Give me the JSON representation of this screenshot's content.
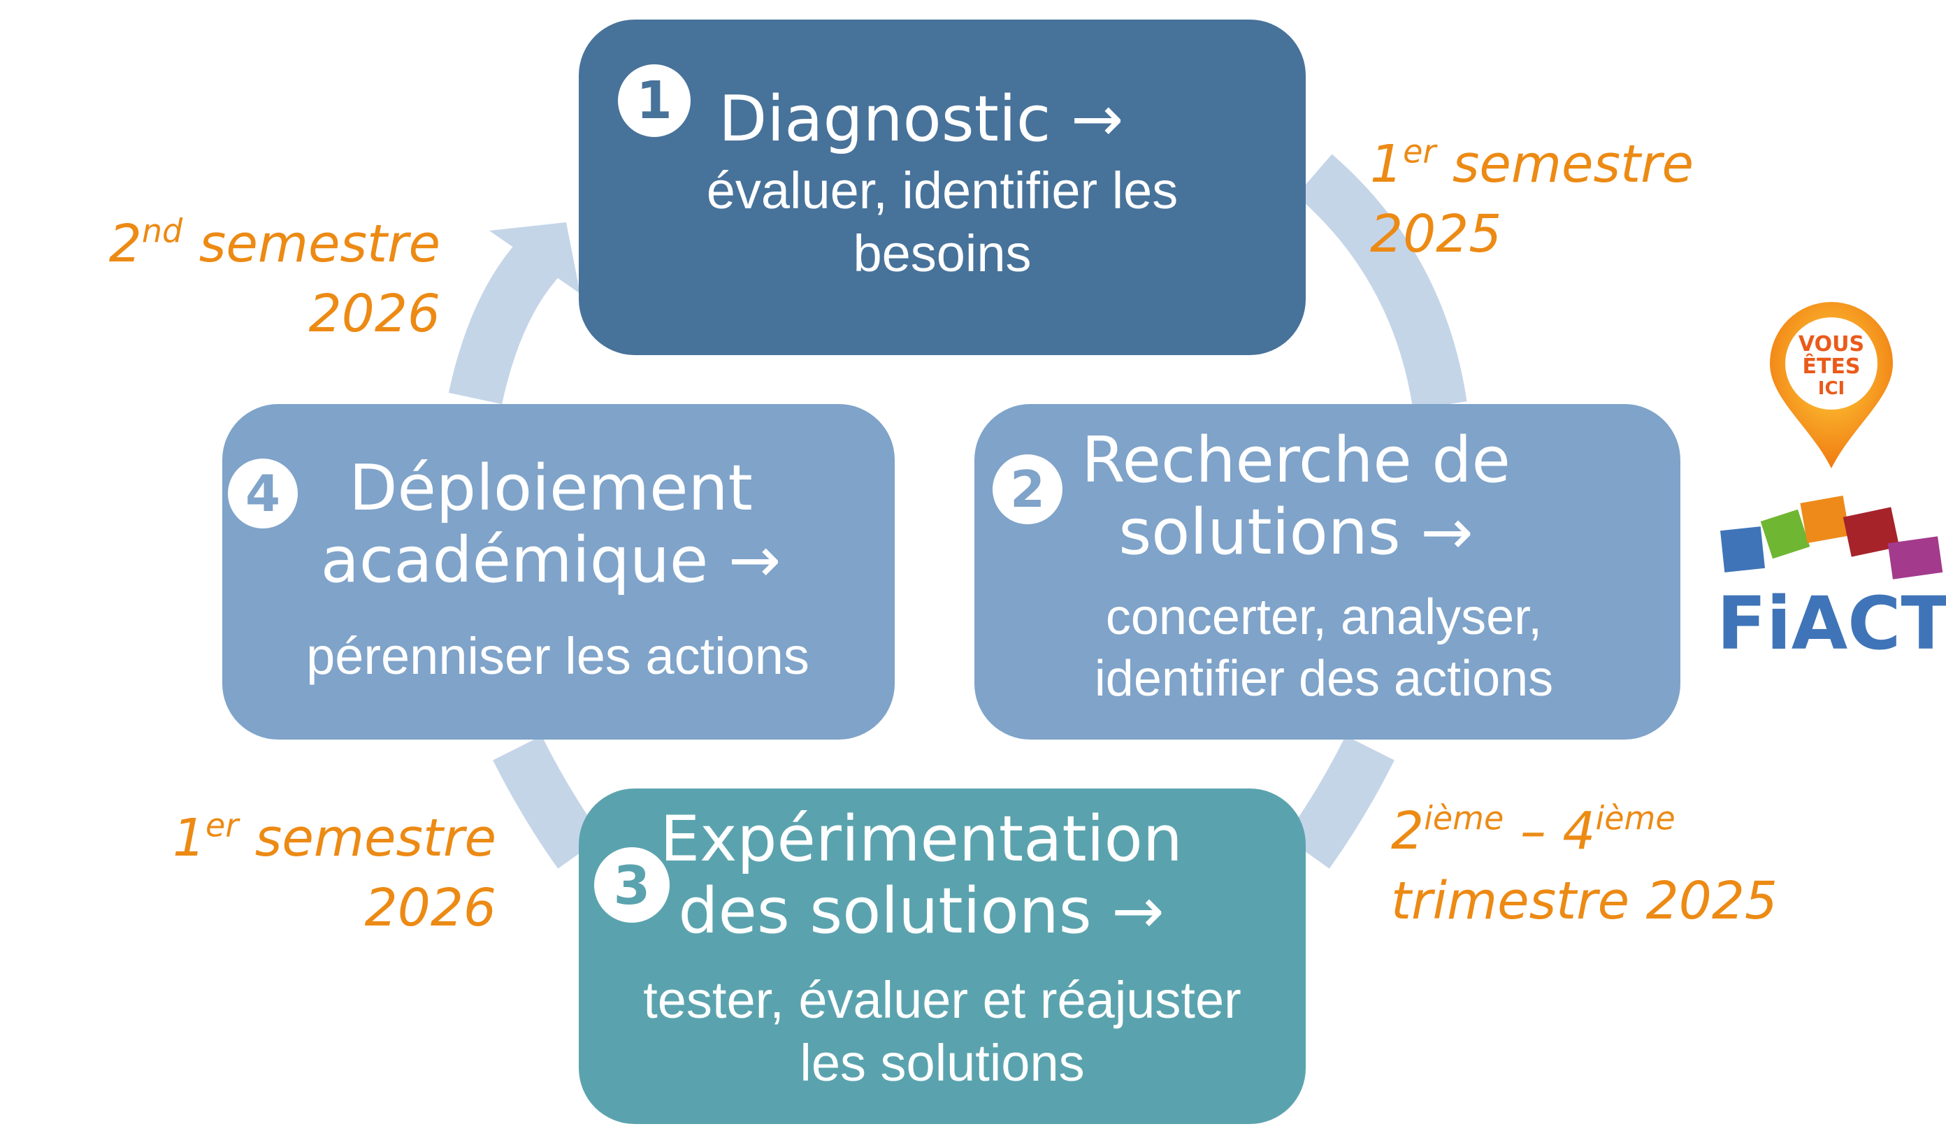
{
  "steps": [
    {
      "number": "1",
      "title": "Diagnostic →",
      "description": "évaluer, identifier les besoins"
    },
    {
      "number": "2",
      "title": "Recherche de solutions →",
      "description": "concerter, analyser, identifier des actions"
    },
    {
      "number": "3",
      "title": "Expérimentation des solutions →",
      "description": "tester, évaluer et réajuster les solutions"
    },
    {
      "number": "4",
      "title": "Déploiement académique →",
      "description": "pérenniser les actions"
    }
  ],
  "timings": {
    "t1": {
      "sup_base": "1",
      "sup": "er",
      "rest": " semestre",
      "line2": "2025"
    },
    "t2": {
      "sup_base1": "2",
      "sup1": "ième",
      "mid": " – 4",
      "sup2": "ième",
      "line2": "trimestre 2025"
    },
    "t3": {
      "sup_base": "1",
      "sup": "er",
      "rest": " semestre",
      "line2": "2026"
    },
    "t4": {
      "sup_base": "2",
      "sup": "nd",
      "rest": " semestre",
      "line2": "2026"
    }
  },
  "logo": {
    "pin_text_line1": "VOUS",
    "pin_text_line2": "ÊTES",
    "pin_text_line3": "ICI",
    "brand": "FiACT"
  },
  "colors": {
    "step1": "#47729a",
    "step2_step4": "#7fa3c9",
    "step3": "#5aa3ae",
    "cycle_arrow": "#c5d5e8",
    "timing_text": "#ec8a14",
    "pin": "#f08a1a",
    "brand": "#3f74b8"
  }
}
